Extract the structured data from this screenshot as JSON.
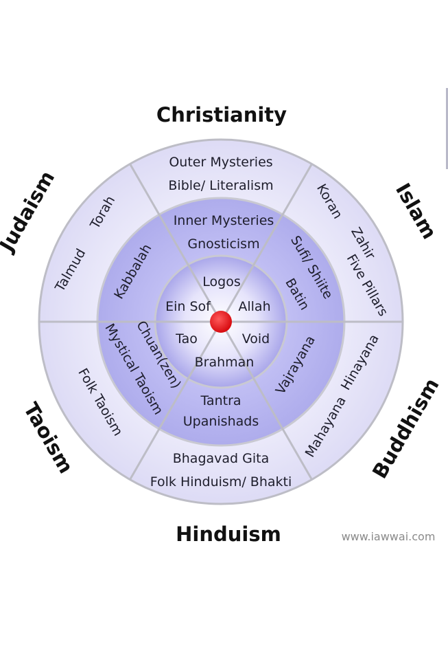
{
  "religions": {
    "christianity": "Christianity",
    "islam": "Islam",
    "buddhism": "Buddhism",
    "hinduism": "Hinduism",
    "taoism": "Taoism",
    "judaism": "Judaism"
  },
  "outer_ring": {
    "christianity": [
      "Outer Mysteries",
      "Bible/ Literalism"
    ],
    "islam": [
      "Koran",
      "Zahir",
      "Five Pillars"
    ],
    "buddhism": [
      "Hinayana",
      "Mahayana"
    ],
    "hinduism": [
      "Bhagavad Gita",
      "Folk Hinduism/ Bhakti"
    ],
    "taoism": [
      "Folk Taoism"
    ],
    "judaism": [
      "Torah",
      "Talmud"
    ]
  },
  "middle_ring": {
    "christianity": [
      "Inner Mysteries",
      "Gnosticism"
    ],
    "islam": [
      "Sufi/ Shiite",
      "Batin"
    ],
    "buddhism": [
      "Vajrayana"
    ],
    "hinduism": [
      "Tantra",
      "Upanishads"
    ],
    "taoism": [
      "Chuan(zen)",
      "Mystical Taoism"
    ],
    "judaism": [
      "Kabbalah"
    ]
  },
  "inner_core": {
    "christianity": "Logos",
    "islam": "Allah",
    "buddhism": "Void",
    "hinduism": "Brahman",
    "taoism": "Tao",
    "judaism": "Ein Sof"
  },
  "credit": "www.iawwai.com",
  "colors": {
    "outer_ring": "#e8e6fa",
    "middle_ring": "#b6b4f2",
    "inner_core": "#dcdaf8",
    "lines": "#bdbdc6",
    "center_dot": "#e8161c"
  }
}
